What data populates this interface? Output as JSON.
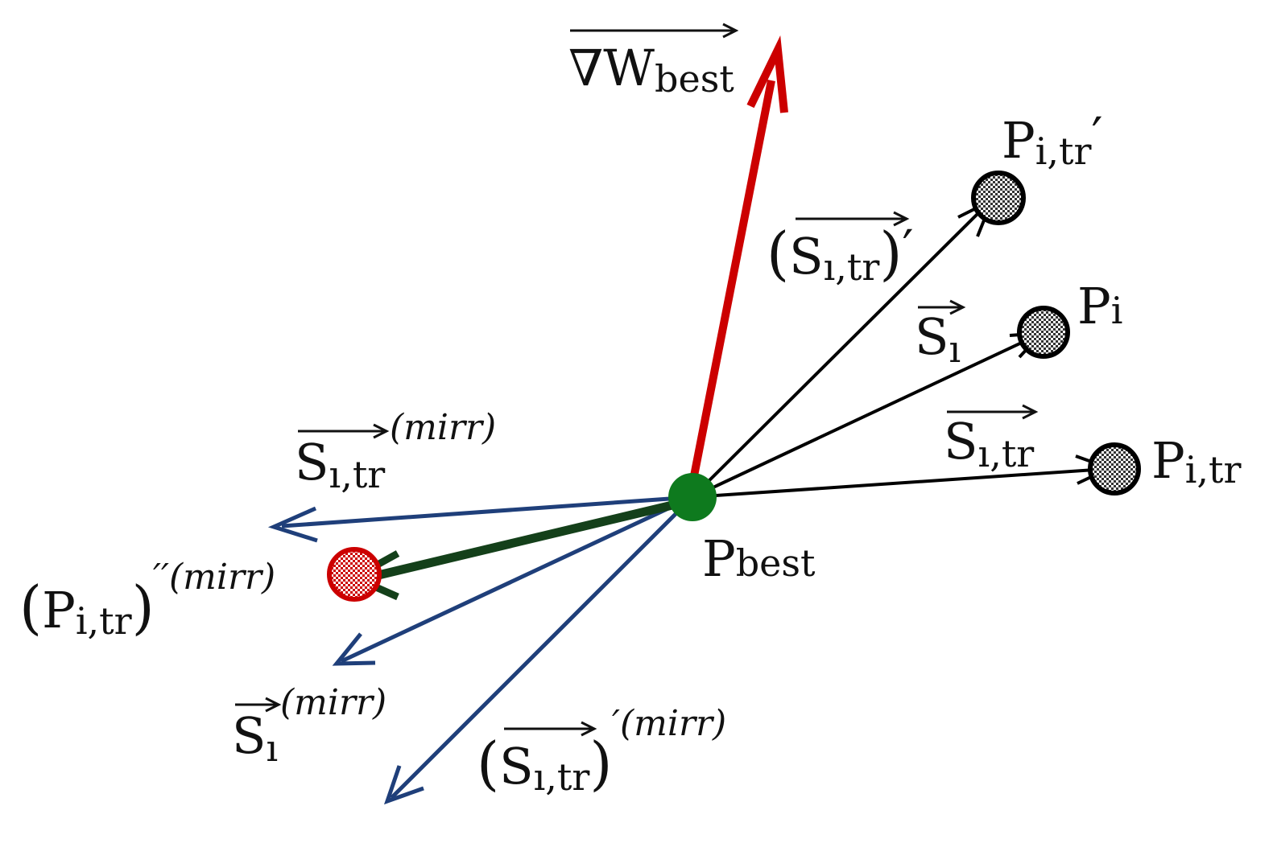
{
  "colors": {
    "gradient": "#cc0000",
    "black_vector": "#000000",
    "mirror_vector": "#1f3f7a",
    "result_vector": "#14401a",
    "best_point": "#0e7a1e",
    "result_point": "#cc0000"
  },
  "labels": {
    "gradient": {
      "base": "∇W",
      "sub": "best"
    },
    "p_tr_prime": {
      "base": "P",
      "sub": "i,tr",
      "tick": "′"
    },
    "s_tr_prime": {
      "open": "(",
      "base": "S",
      "sub": "ı,tr",
      "close": ")",
      "tick": "′"
    },
    "s_i": {
      "base": "S",
      "sub": "ı"
    },
    "p_i": {
      "base": "P",
      "sub": "i"
    },
    "s_tr": {
      "base": "S",
      "sub": "ı,tr"
    },
    "p_tr": {
      "base": "P",
      "sub": "i,tr"
    },
    "p_best": {
      "base": "P",
      "sub": "best"
    },
    "s_tr_mirr": {
      "base": "S",
      "sub": "ı,tr",
      "sup": "(mirr)"
    },
    "p_tr_mirr": {
      "open": "(",
      "base": "P",
      "sub": "i,tr",
      "close": ")",
      "sup": "′′(mirr)"
    },
    "s_i_mirr": {
      "base": "S",
      "sub": "ı",
      "sup": "(mirr)"
    },
    "s_tr_prime_mirr": {
      "open": "(",
      "base": "S",
      "sub": "ı,tr",
      "close": ")",
      "sup": "′(mirr)"
    }
  }
}
